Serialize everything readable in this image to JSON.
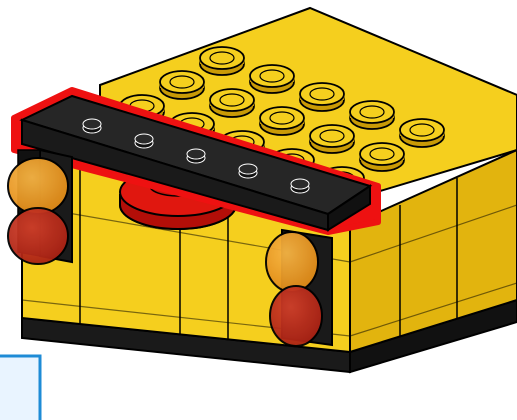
{
  "scene": {
    "subject": "lego-brick-assembly",
    "colors": {
      "outline": "#000000",
      "yellow": "#F5CF1E",
      "yellow_shade": "#E2B40E",
      "yellow_dark": "#C99A06",
      "black_plate": "#1A1A1A",
      "black_plate_top": "#262626",
      "red": "#E0170F",
      "red_dark": "#B30E08",
      "highlight_red": "#EE1111",
      "amber": "#F09A1E",
      "amber_dark": "#C66E10",
      "dark_red_light": "#C8301A",
      "callout_fill": "#E9F4FF",
      "callout_border": "#1E8BD6"
    },
    "top_studs": {
      "rows": 3,
      "cols": 5
    },
    "front_studs": 5,
    "lights": [
      "amber",
      "dark-red"
    ],
    "callout": ""
  }
}
